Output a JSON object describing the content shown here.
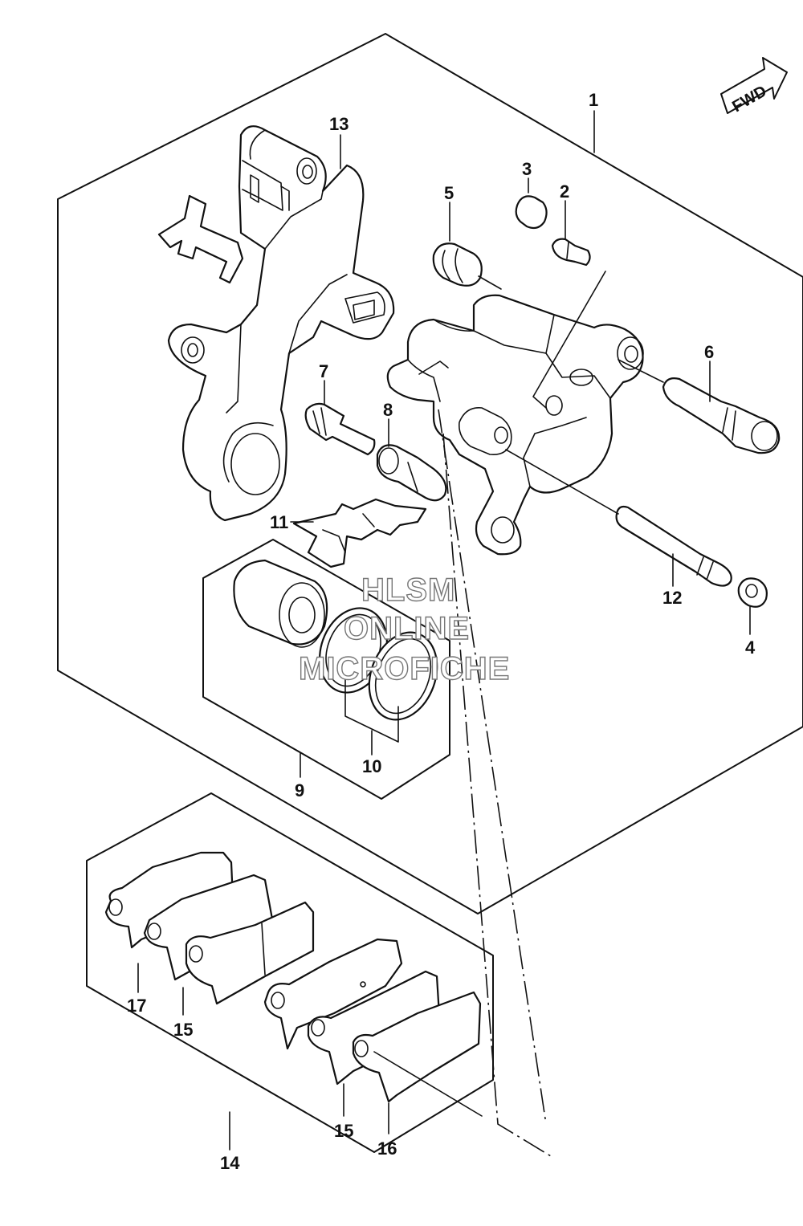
{
  "fwd_label": "FWD",
  "watermark": {
    "line1": "HLSM",
    "line2": "ONLINE",
    "line3": "MICROFICHE"
  },
  "callouts": {
    "c1": "1",
    "c2": "2",
    "c3": "3",
    "c4": "4",
    "c5": "5",
    "c6": "6",
    "c7": "7",
    "c8": "8",
    "c9": "9",
    "c10": "10",
    "c11": "11",
    "c12": "12",
    "c13": "13",
    "c14": "14",
    "c15a": "15",
    "c15b": "15",
    "c16": "16",
    "c17": "17"
  }
}
